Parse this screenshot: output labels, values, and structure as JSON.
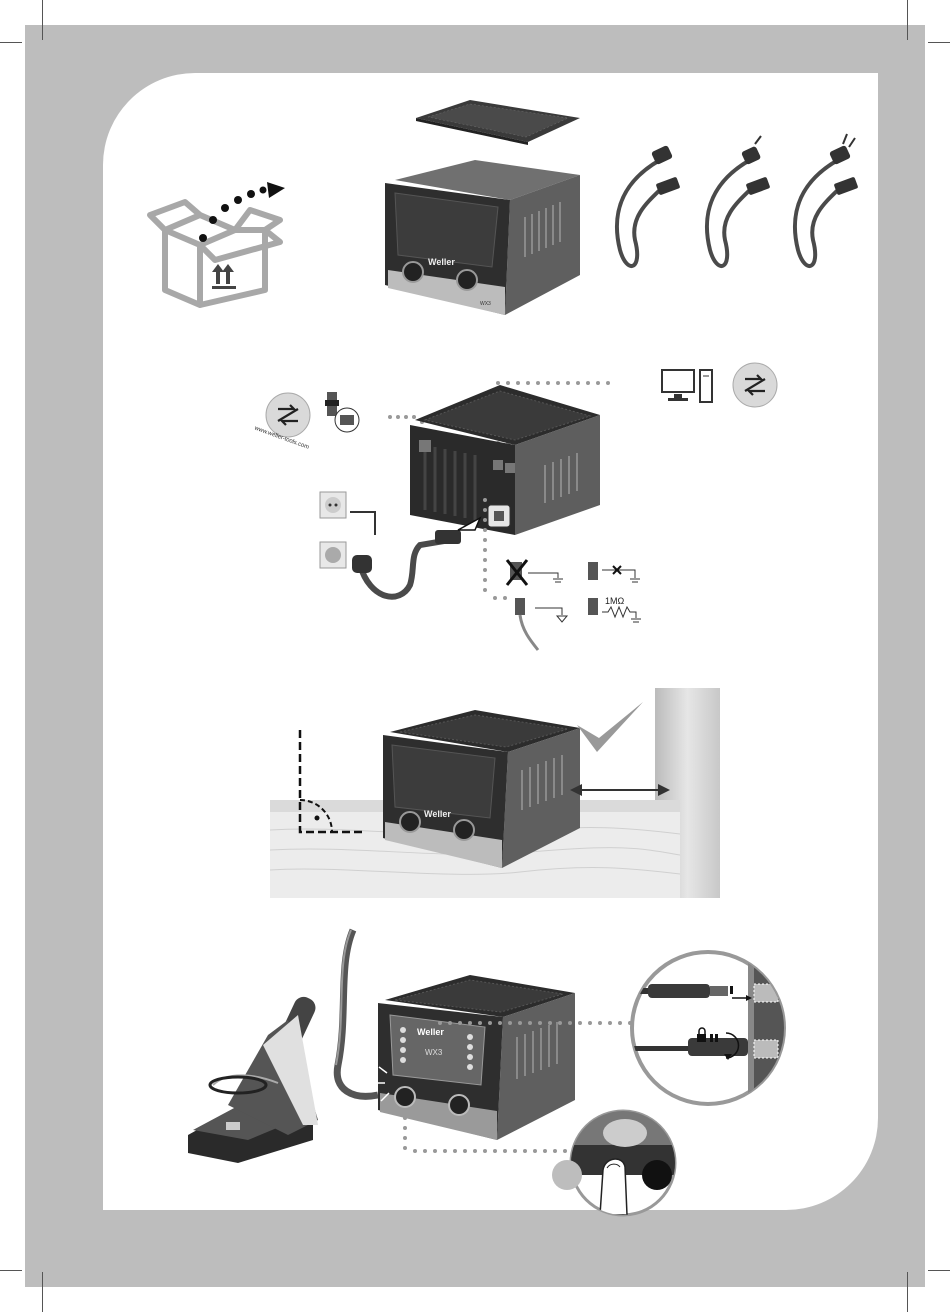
{
  "brand": {
    "logo_text": "Weller",
    "model_text": "WX3"
  },
  "website": {
    "badge_text": "www.weller-tools.com"
  },
  "grounding": {
    "resistor_label": "1MΩ"
  },
  "colors": {
    "frame_gray": "#bdbdbd",
    "device_dark": "#3a3a3a",
    "device_mid": "#6d6d6d",
    "accent_black": "#111111"
  },
  "icons": [
    "unpack-box-icon",
    "dotted-arrow-icon",
    "power-cord-icon",
    "globe-usb-icon",
    "network-plug-icon",
    "computer-icon",
    "wall-socket-icon",
    "ground-symbol-icon",
    "checkmark-icon",
    "distance-arrow-icon",
    "right-angle-icon",
    "lock-icon",
    "finger-press-icon"
  ]
}
